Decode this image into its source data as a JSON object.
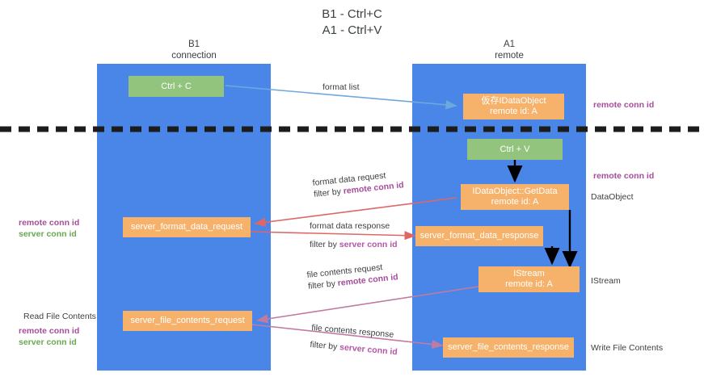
{
  "title": {
    "line1": "B1 - Ctrl+C",
    "line2": "A1 - Ctrl+V"
  },
  "columns": [
    {
      "id": "b1",
      "line1": "B1",
      "line2": "connection"
    },
    {
      "id": "a1",
      "line1": "A1",
      "line2": "remote"
    }
  ],
  "nodes": [
    {
      "id": "ctrl-c",
      "line1": "Ctrl + C",
      "line2": "",
      "color": "#93c47d"
    },
    {
      "id": "idataobject",
      "line1": "仮存IDataObject",
      "line2": "remote id: A",
      "color": "#f6b26b"
    },
    {
      "id": "ctrl-v",
      "line1": "Ctrl + V",
      "line2": "",
      "color": "#93c47d"
    },
    {
      "id": "idataobject-getdata",
      "line1": "IDataObject::GetData",
      "line2": "remote id: A",
      "color": "#f6b26b"
    },
    {
      "id": "server-format-data-request",
      "line1": "server_format_data_request",
      "line2": "",
      "color": "#f6b26b"
    },
    {
      "id": "server-format-data-response",
      "line1": "server_format_data_response",
      "line2": "",
      "color": "#f6b26b"
    },
    {
      "id": "istream",
      "line1": "IStream",
      "line2": "remote id: A",
      "color": "#f6b26b"
    },
    {
      "id": "server-file-contents-request",
      "line1": "server_file_contents_request",
      "line2": "",
      "color": "#f6b26b"
    },
    {
      "id": "server-file-contents-response",
      "line1": "server_file_contents_response",
      "line2": "",
      "color": "#f6b26b"
    }
  ],
  "edges": [
    {
      "id": "format-list",
      "line1": "format list",
      "filter_prefix": "",
      "filter_value": ""
    },
    {
      "id": "format-data-request",
      "line1": "format data request",
      "filter_prefix": "filter by ",
      "filter_value": "remote conn id"
    },
    {
      "id": "format-data-response",
      "line1": "format data response",
      "filter_prefix": "filter by ",
      "filter_value": "server conn id"
    },
    {
      "id": "file-contents-request",
      "line1": "file contents request",
      "filter_prefix": "filter by ",
      "filter_value": "remote conn id"
    },
    {
      "id": "file-contents-response",
      "line1": "file contents response",
      "filter_prefix": "filter by ",
      "filter_value": "server conn id"
    }
  ],
  "annotations": {
    "right_top_conn": "remote conn id",
    "right_mid_conn": "remote conn id",
    "right_dataobject": "DataObject",
    "right_istream": "IStream",
    "right_write_file": "Write File Contents",
    "left_mid_remote": "remote conn id",
    "left_mid_server": "server conn id",
    "left_read_file": "Read File Contents",
    "left_low_remote": "remote conn id",
    "left_low_server": "server conn id"
  },
  "colors": {
    "lane": "#4a86e8",
    "green_box": "#93c47d",
    "orange_box": "#f6b26b",
    "purple_text": "#a64d9a",
    "green_text": "#6aa84f",
    "arrow_blue": "#6fa8dc",
    "arrow_red": "#e06666",
    "arrow_purple": "#c27ba0",
    "arrow_black": "#000000",
    "separator": "#1c1c1c",
    "background": "#ffffff"
  }
}
